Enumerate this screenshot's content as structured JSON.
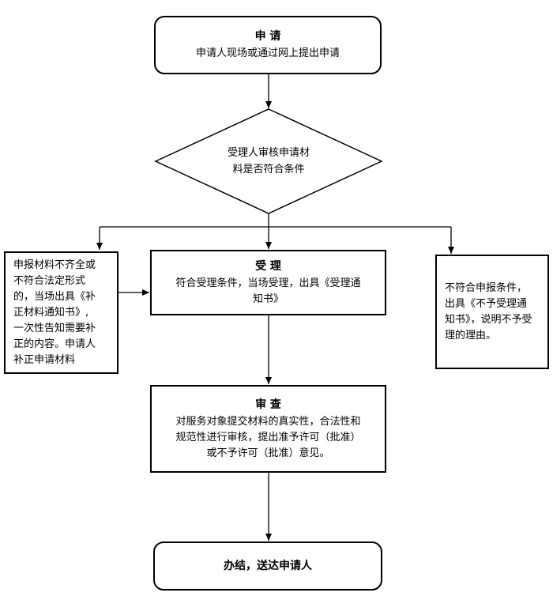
{
  "nodes": {
    "apply": {
      "title": "申 请",
      "text": "申请人现场或通过网上提出申请"
    },
    "decision": {
      "line1": "受理人审核申请材",
      "line2": "料是否符合条件"
    },
    "accept": {
      "title": "受 理",
      "line1": "符合受理条件，当场受理，出具《受理通",
      "line2": "知书》"
    },
    "incomplete": {
      "lines": [
        "申报材料不齐全或",
        "不符合法定形式",
        "的，当场出具《补",
        "正材料通知书》,",
        "一次性告知需要补",
        "正的内容。申请人",
        "补正申请材料"
      ]
    },
    "reject": {
      "lines": [
        "不符合申报条件，",
        "出具《不予受理通",
        "知书》，说明不予受",
        "理的理由。"
      ]
    },
    "review": {
      "title": "审 查",
      "line1": "对服务对象提交材料的真实性，合法性和",
      "line2": "规范性进行审核，提出准予许可（批准）",
      "line3": "或不予许可（批准）意见。"
    },
    "finish": {
      "text": "办结，送达申请人"
    }
  }
}
